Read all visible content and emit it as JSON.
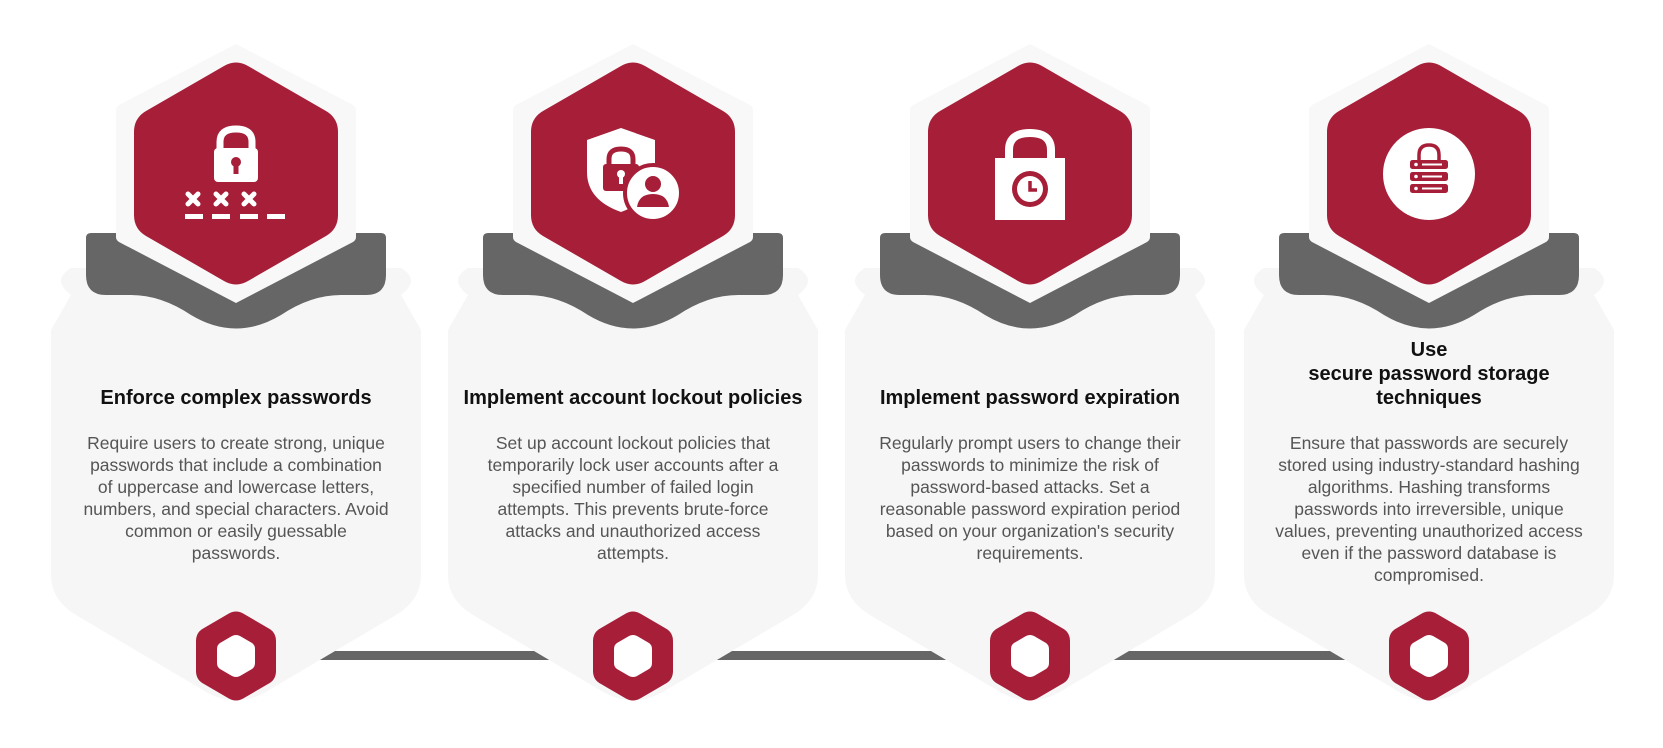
{
  "colors": {
    "accent": "#a61e38",
    "dark_gray": "#666666",
    "card_bg": "#f6f6f6",
    "halo": "#f8f8f8",
    "title_text": "#111111",
    "desc_text": "#555555"
  },
  "steps": [
    {
      "icon": "lock-password-icon",
      "title": "Enforce complex passwords",
      "description": "Require users to create strong, unique passwords that include a combination of uppercase and lowercase letters, numbers, and special characters. Avoid common or easily guessable passwords."
    },
    {
      "icon": "shield-lock-user-icon",
      "title": "Implement account lockout policies",
      "description": "Set up account lockout policies that temporarily lock user accounts after a specified number of failed login attempts. This prevents brute-force attacks and unauthorized access attempts."
    },
    {
      "icon": "padlock-clock-icon",
      "title": "Implement password expiration",
      "description": "Regularly prompt users to change their passwords to minimize the risk of password-based attacks. Set a reasonable password expiration period based on your organization's security requirements."
    },
    {
      "icon": "database-lock-icon",
      "title": "Use\nsecure password storage techniques",
      "description": "Ensure that passwords are securely stored using industry-standard hashing algorithms. Hashing transforms passwords into irreversible, unique values, preventing unauthorized access even if the password database is compromised."
    }
  ]
}
